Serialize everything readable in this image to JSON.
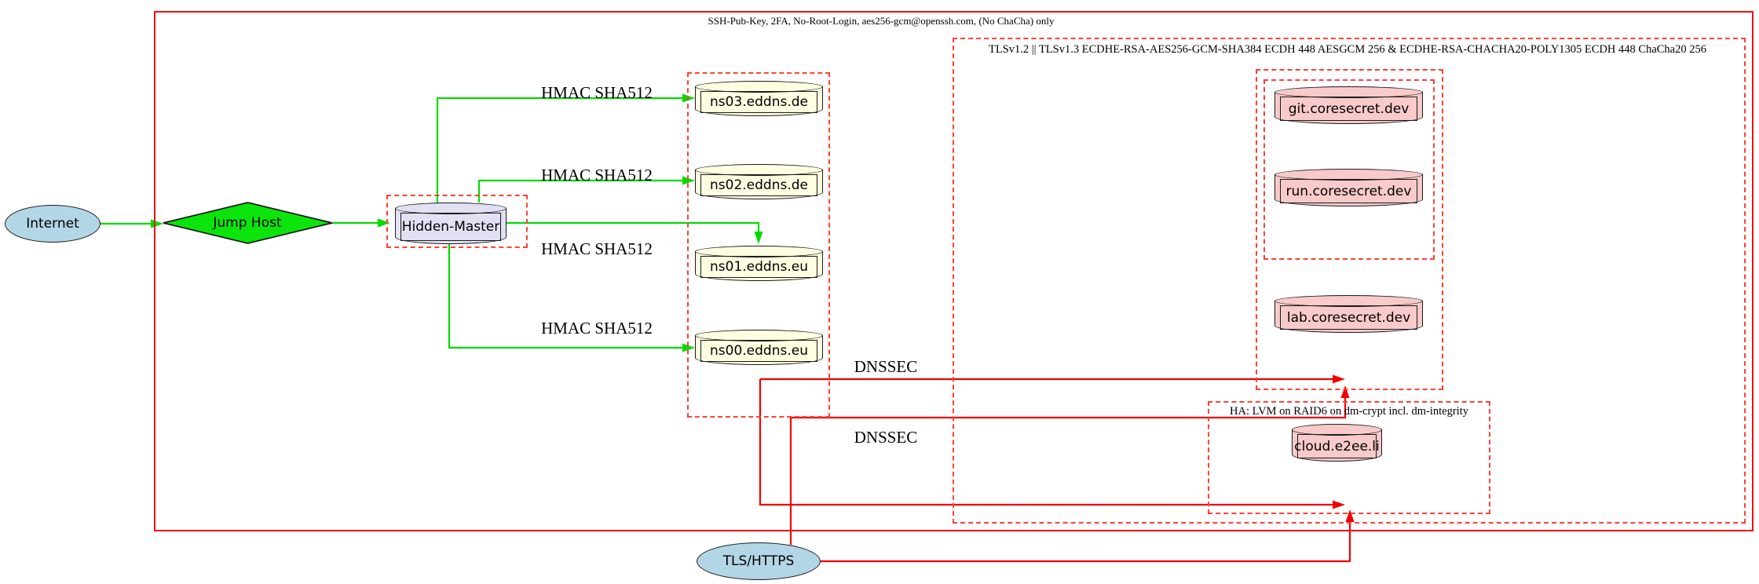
{
  "cluster_labels": {
    "ssh": "SSH-Pub-Key, 2FA, No-Root-Login, aes256-gcm@openssh.com, (No ChaCha) only",
    "tls": "TLSv1.2 || TLSv1.3 ECDHE-RSA-AES256-GCM-SHA384 ECDH 448 AESGCM 256 & ECDHE-RSA-CHACHA20-POLY1305 ECDH 448 ChaCha20 256",
    "ha": "HA: LVM on RAID6 on dm-crypt incl. dm-integrity"
  },
  "nodes": {
    "internet": "Internet",
    "jump_host": "Jump Host",
    "hidden_master": "Hidden-Master",
    "ns03": "ns03.eddns.de",
    "ns02": "ns02.eddns.de",
    "ns01": "ns01.eddns.eu",
    "ns00": "ns00.eddns.eu",
    "git": "git.coresecret.dev",
    "run": "run.coresecret.dev",
    "lab": "lab.coresecret.dev",
    "cloud": "cloud.e2ee.li",
    "tls_https": "TLS/HTTPS"
  },
  "edge_labels": {
    "hmac": "HMAC SHA512",
    "dnssec": "DNSSEC"
  },
  "colors": {
    "red_solid": "#ee1111",
    "red_dash": "#ff4036",
    "red_edge": "#f10000",
    "green_edge": "#00dc00",
    "green_fill": "#0ce50c",
    "blue_fill": "#b3d6e6",
    "lavender_fill": "#e2e1f4",
    "yellow_fill": "#fffee1",
    "pink_fill": "#f8caca",
    "border": "#1a1a1a"
  }
}
